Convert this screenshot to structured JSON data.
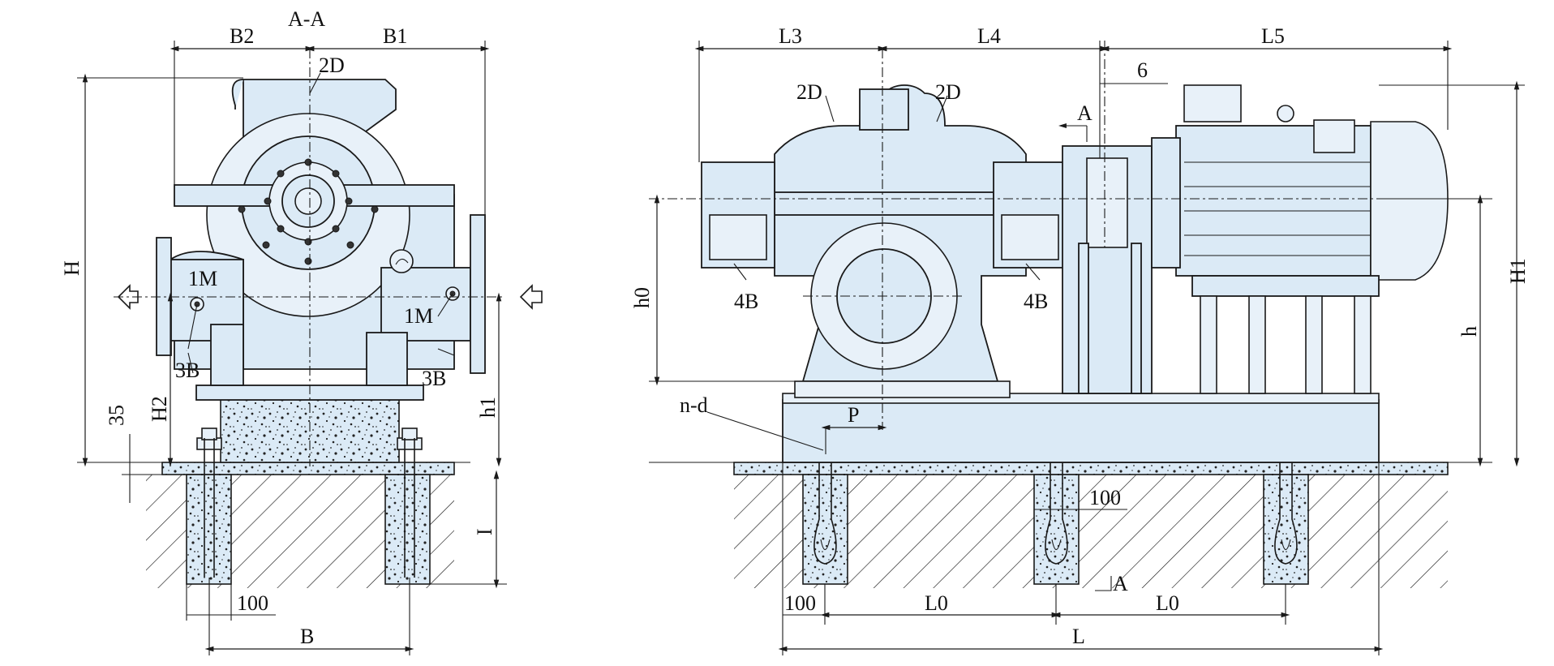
{
  "side_view": {
    "section_label": "A-A",
    "dims": {
      "B2": "B2",
      "B1": "B1",
      "H": "H",
      "H2": "H2",
      "h1": "h1",
      "d35": "35",
      "I": "I",
      "d100": "100",
      "B": "B"
    },
    "callouts": {
      "top_drain": "2D",
      "gauge_left": "1M",
      "gauge_right": "1M",
      "vent_left": "3B",
      "vent_right": "3B"
    }
  },
  "front_view": {
    "dims": {
      "L3": "L3",
      "L4": "L4",
      "L5": "L5",
      "d6": "6",
      "H1": "H1",
      "h": "h",
      "h0": "h0",
      "P": "P",
      "d100_pit": "100",
      "d100_edge": "100",
      "L0_left": "L0",
      "L0_right": "L0",
      "L": "L"
    },
    "callouts": {
      "drain_left": "2D",
      "drain_right": "2D",
      "bearing_left": "4B",
      "bearing_right": "4B",
      "section_mark_top": "A",
      "section_mark_bottom": "A",
      "bolt": "n-d"
    }
  },
  "colors": {
    "part_fill": "#dbeaf6",
    "line": "#1a1a1a",
    "background": "#ffffff"
  }
}
